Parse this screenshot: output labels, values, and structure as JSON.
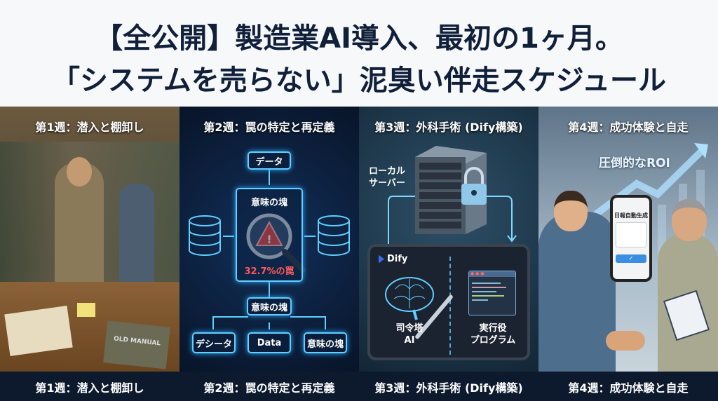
{
  "header": {
    "line1": "【全公開】製造業AI導入、最初の1ヶ月。",
    "line2": "「システムを売らない」泥臭い伴走スケジュール"
  },
  "panels": [
    {
      "title": "第1週：潜入と棚卸し",
      "book_label": "OLD MANUAL"
    },
    {
      "title": "第2週：罠の特定と再定義",
      "top_box": "データ",
      "center_box": "意味の塊",
      "trap_text": "32.7%の罠",
      "mid_box": "意味の塊",
      "bottom_boxes": [
        "デシータ",
        "Data",
        "意味の塊"
      ]
    },
    {
      "title": "第3週：外科手術 (Dify構築)",
      "server_label": "ローカル\nサーバー",
      "app_name": "Dify",
      "left_label": "司令塔\nAI",
      "right_label": "実行役\nプログラム"
    },
    {
      "title": "第4週：成功体験と自走",
      "roi_label": "圧倒的なROI",
      "phone_title": "日報自動生成"
    }
  ],
  "footer": {
    "labels": [
      "第1週：潜入と棚卸し",
      "第2週：罠の特定と再定義",
      "第3週：外科手術 (Dify構築)",
      "第4週：成功体験と自走"
    ]
  },
  "colors": {
    "header_bg": "#f7f8fa",
    "title_text": "#10203a",
    "footer_bg": "#0d1a2e",
    "neon": "#5fd0ff",
    "trap": "#ff5a5a"
  }
}
